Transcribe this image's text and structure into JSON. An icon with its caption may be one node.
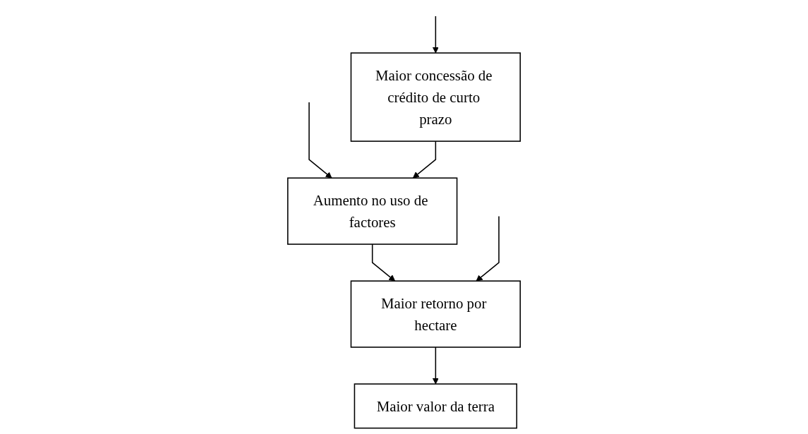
{
  "diagram": {
    "nodes": [
      {
        "text": [
          "Maior concessão de crédito de curto prazo"
        ]
      },
      {
        "text": [
          "Aumento no uso de factores"
        ]
      },
      {
        "text": [
          "Maior retorno por hectare"
        ]
      },
      {
        "text": [
          "Maior valor da terra"
        ]
      }
    ],
    "edges": [
      {
        "from": null,
        "to": 0,
        "arrow": "to"
      },
      {
        "from": null,
        "to": 1,
        "arrow": "to"
      },
      {
        "from": 0,
        "to": 1,
        "arrow": "to"
      },
      {
        "from": 1,
        "to": 2,
        "arrow": "to"
      },
      {
        "from": null,
        "to": 2,
        "arrow": "to"
      },
      {
        "from": 2,
        "to": 3,
        "arrow": "to"
      }
    ]
  }
}
